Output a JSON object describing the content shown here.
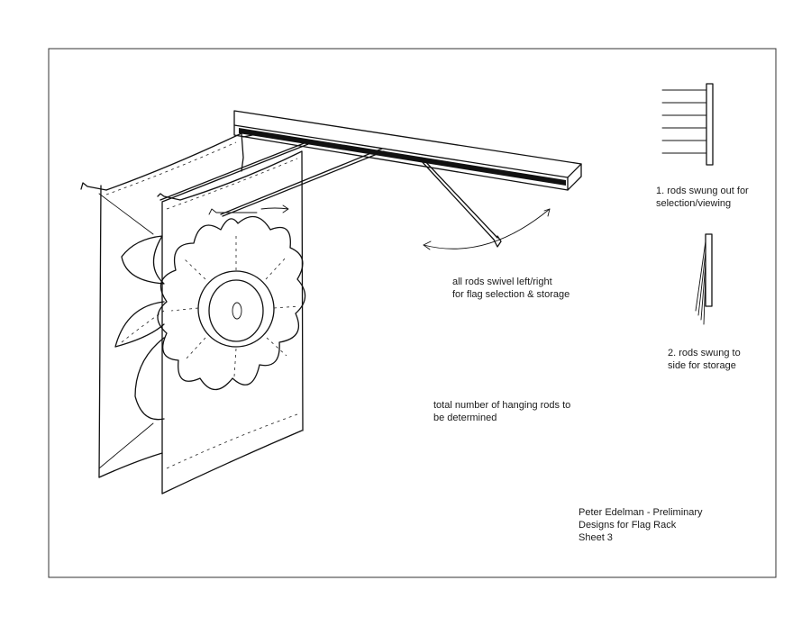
{
  "annotations": {
    "swivel_note": "all rods swivel left/right\nfor flag selection & storage",
    "rods_note": "total number of hanging rods to\nbe determined",
    "detail_one": "1. rods swung out for\nselection/viewing",
    "detail_two": "2. rods swung to\nside for storage",
    "title_block": "Peter Edelman - Preliminary\nDesigns for Flag Rack\nSheet 3"
  },
  "colors": {
    "ink": "#111111",
    "paper": "#ffffff",
    "frame": "#333333"
  }
}
